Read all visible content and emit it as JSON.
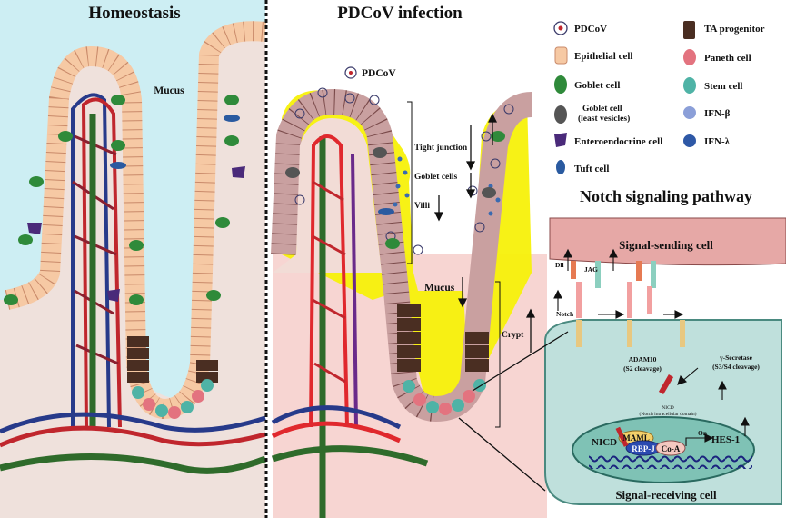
{
  "panels": {
    "left_title": "Homeostasis",
    "middle_title": "PDCoV infection",
    "mucus_left": "Mucus",
    "mucus_middle": "Mucus",
    "virus_label": "PDCoV"
  },
  "middle_annotations": {
    "tight_junction": "Tight junction",
    "goblet_cells": "Goblet cells",
    "villi": "Villi",
    "crypt": "Crypt"
  },
  "legend": {
    "items": [
      {
        "label": "PDCoV",
        "icon": "pdcov-virus-icon"
      },
      {
        "label": "Epithelial cell",
        "icon": "epithelial-cell-icon"
      },
      {
        "label": "Goblet cell",
        "icon": "goblet-cell-icon"
      },
      {
        "label": "Goblet cell",
        "label2": "(least vesicles)",
        "icon": "goblet-cell-least-vesicles-icon"
      },
      {
        "label": "Enteroendocrine cell",
        "icon": "enteroendocrine-cell-icon"
      },
      {
        "label": "Tuft cell",
        "icon": "tuft-cell-icon"
      },
      {
        "label": "TA progenitor",
        "icon": "ta-progenitor-icon"
      },
      {
        "label": "Paneth cell",
        "icon": "paneth-cell-icon"
      },
      {
        "label": "Stem cell",
        "icon": "stem-cell-icon"
      },
      {
        "label": "IFN-β",
        "icon": "ifn-beta-icon"
      },
      {
        "label": "IFN-λ",
        "icon": "ifn-lambda-icon"
      }
    ]
  },
  "notch": {
    "title": "Notch signaling pathway",
    "sending_cell": "Signal-sending cell",
    "dll": "Dll",
    "jag": "JAG",
    "notch": "Notch",
    "adam10": "ADAM10",
    "adam10_sub": "(S2 cleavage)",
    "gamma": "γ-Secretase",
    "gamma_sub": "(S3/S4 cleavage)",
    "nicd": "NICD",
    "nicd_sub": "(Notch intracellular domain)",
    "nicd_nuc": "NICD",
    "maml": "MAML",
    "rbpj": "RBP-J",
    "coa": "Co-A",
    "on": "On",
    "hes1": "HES-1",
    "receiving_cell": "Signal-receiving cell"
  },
  "colors": {
    "mucus_blue": "#cdeef3",
    "tissue_pink": "#f4ded9",
    "epithelial": "#f6c9a4",
    "infected_epithelial": "#c9a0a0",
    "infected_mucus": "#f7f10a",
    "goblet": "#2f8a3a",
    "ta_progenitor": "#4a2e22",
    "paneth": "#e3737f",
    "stem": "#4fb3a6",
    "receiving_cell": "#bfe0dc",
    "sending_cell": "#e6a8a6",
    "artery": "#c0262d",
    "vein": "#273a8a",
    "lacteal": "#2f6b2b"
  }
}
